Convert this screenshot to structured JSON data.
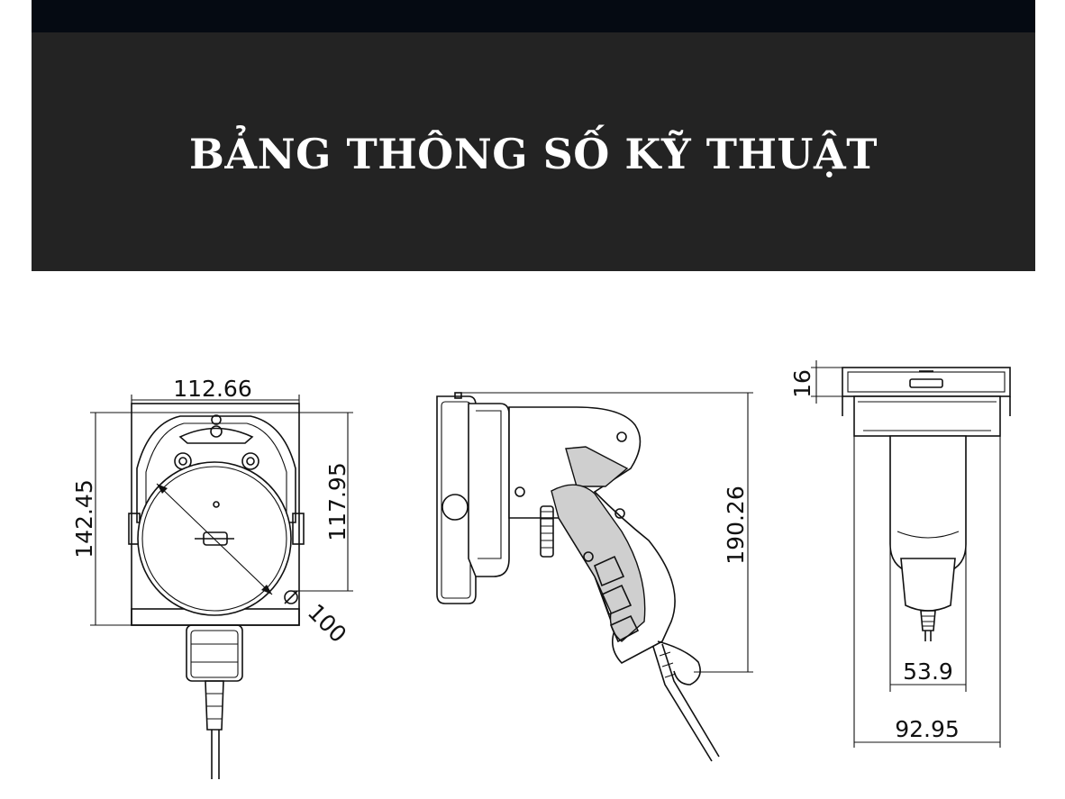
{
  "banner": {
    "title": "BẢNG THÔNG SỐ KỸ THUẬT"
  },
  "dimensions": {
    "front_width": "112.66",
    "front_total_height": "142.45",
    "front_body_height": "117.95",
    "blade_diameter": "100",
    "side_height": "190.26",
    "top_flange": "16",
    "bottom_inner": "53.9",
    "bottom_outer": "92.95"
  },
  "colors": {
    "banner_bg": "#232323",
    "top_strip": "#050a12",
    "line": "#111111"
  }
}
